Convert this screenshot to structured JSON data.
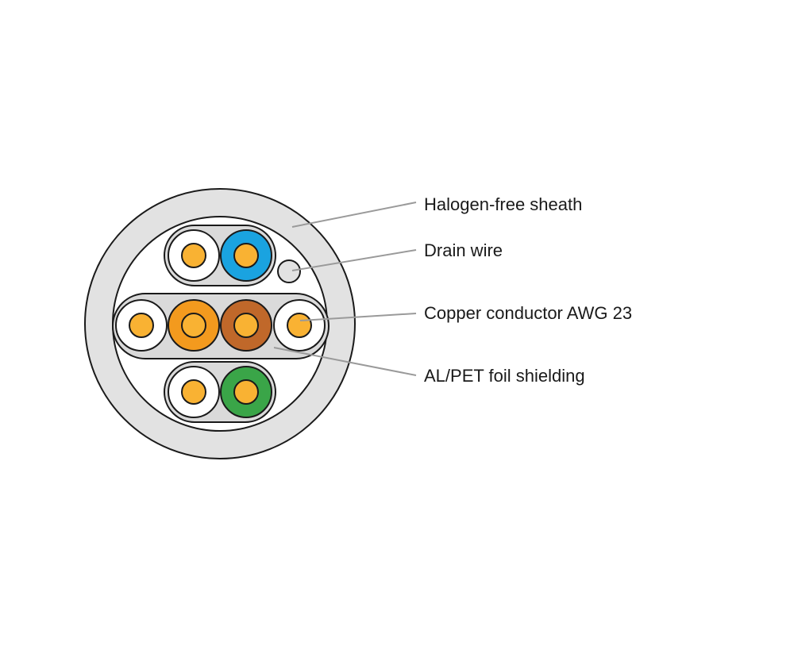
{
  "diagram": {
    "labels": {
      "sheath": "Halogen-free sheath",
      "drain_wire": "Drain wire",
      "conductor": "Copper conductor AWG 23",
      "foil": "AL/PET foil shielding"
    },
    "colors": {
      "sheath": "#e2e2e2",
      "inner_core": "#ffffff",
      "foil": "#dadada",
      "insulation_white": "#ffffff",
      "blue": "#1aa3e0",
      "orange": "#f39a1e",
      "brown": "#c0682a",
      "green": "#3aa548",
      "copper": "#f9b233",
      "leader_line": "#9a9a9a",
      "outline": "#1a1a1a"
    },
    "pairs": [
      {
        "name": "blue-pair",
        "colors": [
          "white",
          "blue"
        ]
      },
      {
        "name": "orange-pair",
        "colors": [
          "white",
          "orange"
        ]
      },
      {
        "name": "brown-pair",
        "colors": [
          "brown",
          "white"
        ]
      },
      {
        "name": "green-pair",
        "colors": [
          "white",
          "green"
        ]
      }
    ]
  }
}
